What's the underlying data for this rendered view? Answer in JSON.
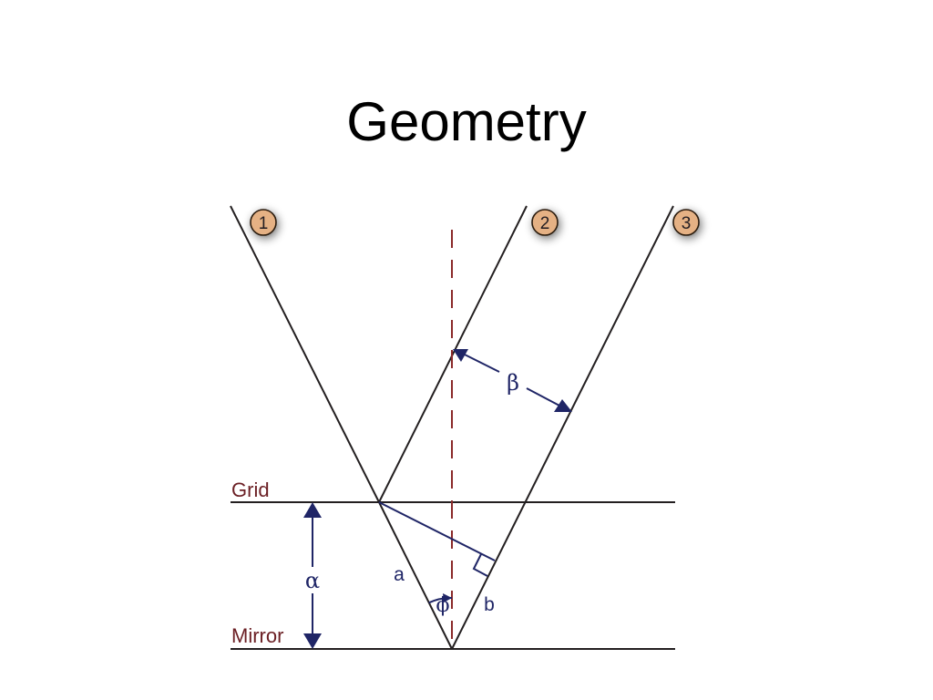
{
  "title": "Geometry",
  "colors": {
    "line": "#231f20",
    "navy": "#1f2566",
    "maroon": "#6b1f24",
    "dash": "#8a2a2a",
    "circle_fill": "#e5b184",
    "circle_stroke": "#2a1a10"
  },
  "rays": [
    {
      "number": "1"
    },
    {
      "number": "2"
    },
    {
      "number": "3"
    }
  ],
  "labels": {
    "grid": "Grid",
    "mirror": "Mirror",
    "alpha": "α",
    "beta": "β",
    "phi": "ϕ",
    "a": "a",
    "b": "b"
  }
}
